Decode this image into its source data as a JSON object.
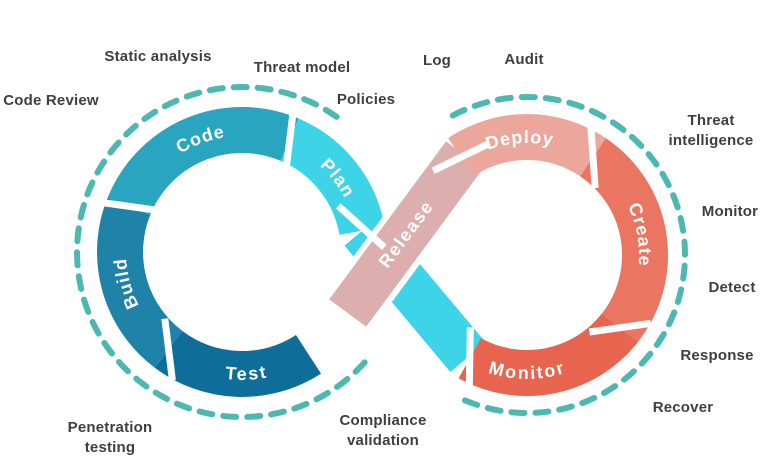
{
  "colors": {
    "code": "#2AA5C0",
    "plan": "#3ED4E8",
    "build": "#1F82A8",
    "test": "#0F6E99",
    "deploy": "#ECA79D",
    "create": "#EA7560",
    "monitor_segment": "#E7654E",
    "release": "#DCAEAE",
    "dashed_arc": "#4CB8AF",
    "outer_label_text": "#3F3F3F"
  },
  "segments": {
    "code": "Code",
    "plan": "Plan",
    "build": "Build",
    "test": "Test",
    "deploy": "Deploy",
    "create": "Create",
    "monitor": "Monitor",
    "release": "Release"
  },
  "outer_labels": {
    "static_analysis": "Static analysis",
    "threat_model": "Threat model",
    "code_review": "Code Review",
    "policies": "Policies",
    "log": "Log",
    "audit": "Audit",
    "threat_intelligence": "Threat\nintelligence",
    "monitor": "Monitor",
    "detect": "Detect",
    "response": "Response",
    "recover": "Recover",
    "penetration_testing": "Penetration\ntesting",
    "compliance_validation": "Compliance\nvalidation"
  }
}
